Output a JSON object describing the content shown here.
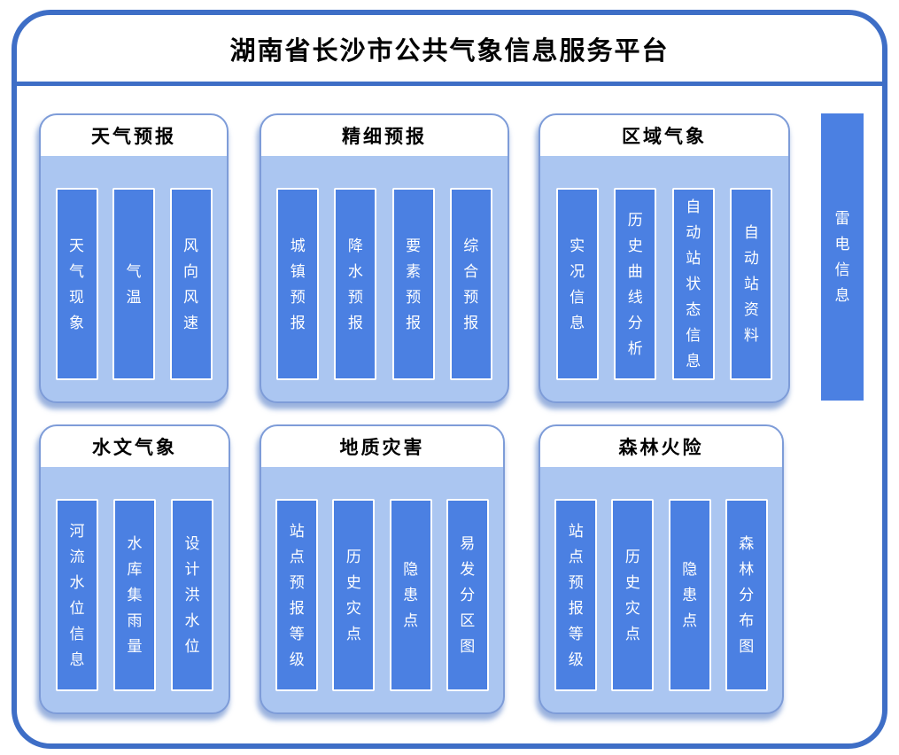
{
  "title": "湖南省长沙市公共气象信息服务平台",
  "panels": [
    {
      "title": "天气预报",
      "items": [
        "天气现象",
        "气温",
        "风向风速"
      ]
    },
    {
      "title": "精细预报",
      "items": [
        "城镇预报",
        "降水预报",
        "要素预报",
        "综合预报"
      ]
    },
    {
      "title": "区域气象",
      "items": [
        "实况信息",
        "历史曲线分析",
        "自动站状态信息",
        "自动站资料"
      ]
    },
    {
      "title": "水文气象",
      "items": [
        "河流水位信息",
        "水库集雨量",
        "设计洪水位"
      ]
    },
    {
      "title": "地质灾害",
      "items": [
        "站点预报等级",
        "历史灾点",
        "隐患点",
        "易发分区图"
      ]
    },
    {
      "title": "森林火险",
      "items": [
        "站点预报等级",
        "历史灾点",
        "隐患点",
        "森林分布图"
      ]
    }
  ],
  "lightning": {
    "label": "雷电信息"
  },
  "colors": {
    "frame_border": "#3e6ec6",
    "panel_border": "#7e9cd8",
    "panel_body": "#abc6f1",
    "bar_fill": "#4b80e2",
    "bar_border": "#ffffff",
    "title_text": "#000000",
    "bar_text": "#ffffff"
  }
}
